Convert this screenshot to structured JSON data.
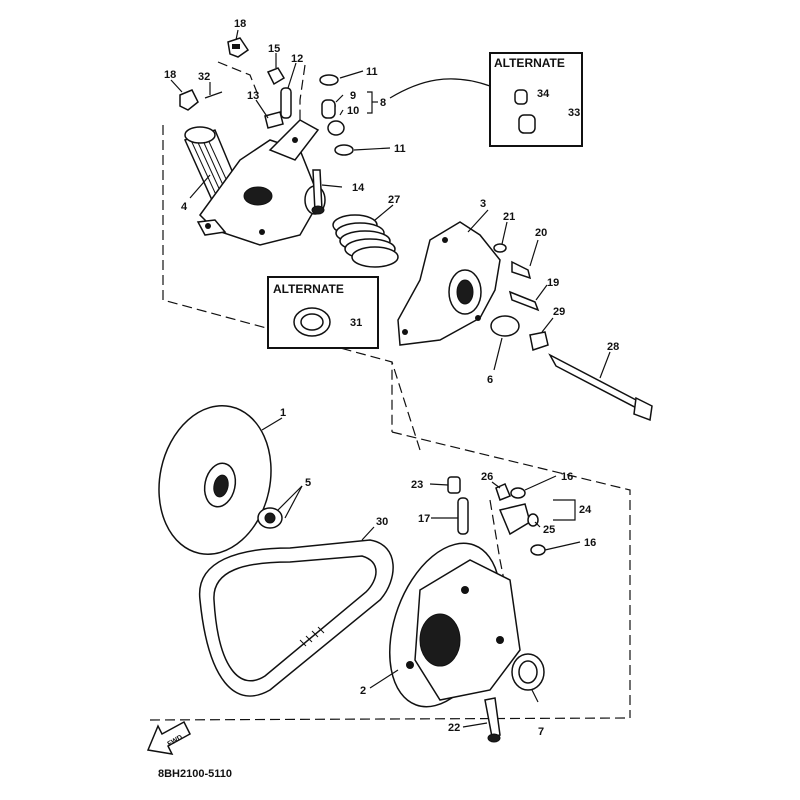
{
  "callouts": {
    "n1": "1",
    "n2": "2",
    "n3": "3",
    "n4": "4",
    "n5": "5",
    "n6": "6",
    "n7": "7",
    "n8": "8",
    "n9": "9",
    "n10": "10",
    "n11a": "11",
    "n11b": "11",
    "n12": "12",
    "n13": "13",
    "n14": "14",
    "n15": "15",
    "n16a": "16",
    "n16b": "16",
    "n17": "17",
    "n18a": "18",
    "n18b": "18",
    "n19": "19",
    "n20": "20",
    "n21": "21",
    "n22": "22",
    "n23": "23",
    "n24": "24",
    "n25": "25",
    "n26": "26",
    "n27": "27",
    "n28": "28",
    "n29": "29",
    "n30": "30",
    "n31": "31",
    "n32": "32",
    "n33": "33",
    "n34": "34"
  },
  "alternate_top": {
    "title": "ALTERNATE"
  },
  "alternate_left": {
    "title": "ALTERNATE"
  },
  "front_arrow": {
    "label": "FWD"
  },
  "diagram_code": "8BH2100-5110"
}
